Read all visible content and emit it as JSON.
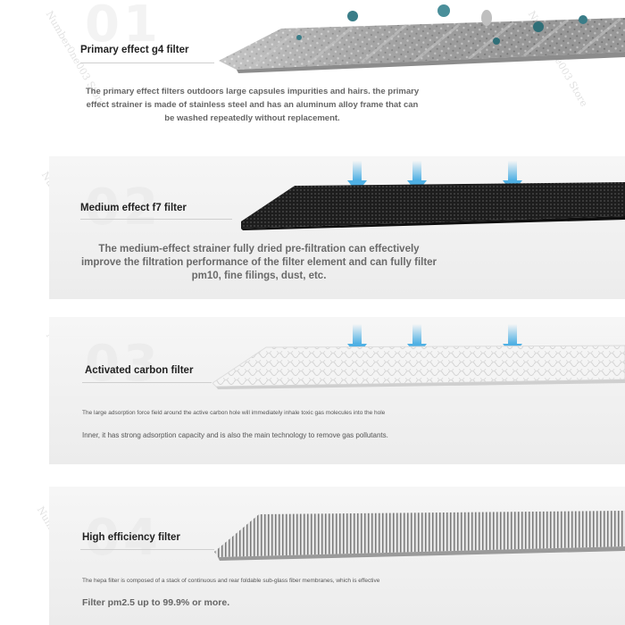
{
  "sections": [
    {
      "number": "01",
      "title": "Primary effect g4 filter",
      "description": "The primary effect filters outdoors large capsules impurities and hairs. the primary effect strainer is made of stainless steel and has an aluminum alloy frame that can be washed repeatedly without replacement."
    },
    {
      "number": "02",
      "title": "Medium effect f7 filter",
      "description": "The medium-effect strainer fully dried pre-filtration can effectively improve the filtration performance of the filter element and can fully filter pm10, fine filings, dust, etc."
    },
    {
      "number": "03",
      "title": "Activated carbon filter",
      "description_line1": "The large adsorption force field around the active carbon hole will immediately inhale toxic gas molecules into the hole",
      "description_line2": "Inner, it has strong adsorption capacity and is also the main technology to remove gas pollutants."
    },
    {
      "number": "04",
      "title": "High efficiency filter",
      "description_line1": "The hepa filter is composed of a stack of continuous and rear foldable sub-glass fiber membranes, which is effective",
      "description_line2": "Filter pm2.5 up to 99.9% or more."
    }
  ],
  "watermark": "Number0ne003 Store",
  "colors": {
    "arrow": "#4fb0e4",
    "heading": "#222222",
    "body_text": "#666666"
  }
}
